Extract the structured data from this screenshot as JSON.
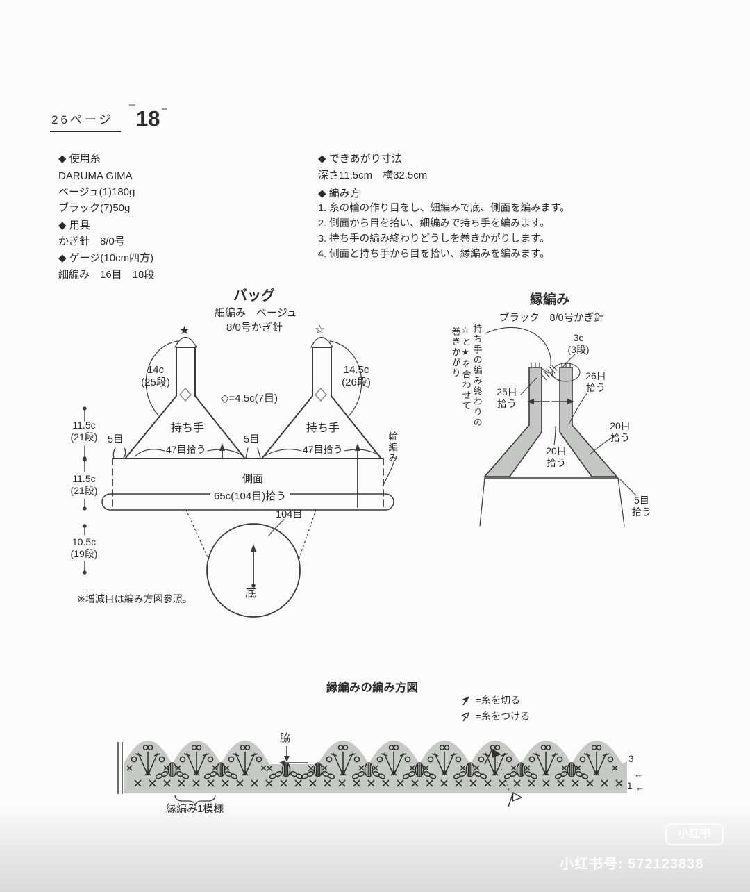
{
  "header": {
    "page_ref": "26ページ",
    "item_number": "18"
  },
  "info": {
    "yarn_header": "◆ 使用糸",
    "yarn_brand": "DARUMA GIMA",
    "yarn_color1": "ベージュ(1)180g",
    "yarn_color2": "ブラック(7)50g",
    "tools_header": "◆ 用具",
    "tools_value": "かぎ針　8/0号",
    "gauge_header": "◆ ゲージ(10cm四方)",
    "gauge_value": "細編み　16目　18段",
    "size_header": "◆ できあがり寸法",
    "size_value": "深さ11.5cm　横32.5cm",
    "howto_header": "◆ 編み方",
    "steps": [
      "1. 糸の輪の作り目をし、細編みで底、側面を編みます。",
      "2. 側面から目を拾い、細編みで持ち手を編みます。",
      "3. 持ち手の編み終わりどうしを巻きかがりします。",
      "4. 側面と持ち手から目を拾い、縁編みを編みます。"
    ]
  },
  "bag": {
    "title": "バッグ",
    "subtitle1": "細編み　ベージュ",
    "subtitle2": "8/0号かぎ針",
    "star_filled": "★",
    "star_open": "☆",
    "handle_dim_left_1": "14c",
    "handle_dim_left_2": "(25段)",
    "handle_dim_right_1": "14.5c",
    "handle_dim_right_2": "(26段)",
    "diamond_legend": "◇=4.5c(7目)",
    "handle_label": "持ち手",
    "five_sts": "5目",
    "pickup_47": "47目拾う",
    "ring_knit": "輪編み",
    "side_label": "側面",
    "base_pickup": "65c(104目)拾う",
    "sts_104": "104目",
    "bottom_label": "底",
    "dim1_a": "11.5c",
    "dim1_b": "(21段)",
    "dim2_a": "11.5c",
    "dim2_b": "(21段)",
    "dim3_a": "10.5c",
    "dim3_b": "(19段)",
    "note": "※増減目は編み方図参照。"
  },
  "edge": {
    "title": "縁編み",
    "subtitle": "ブラック　8/0号かぎ針",
    "note_col_right": "持ち手の編み終わりの",
    "note_col_mid": "☆と★を合わせて",
    "note_col_left": "巻きかがり",
    "dim3c_a": "3c",
    "dim3c_b": "(3段)",
    "pick26_a": "26目",
    "pick26_b": "拾う",
    "pick25_a": "25目",
    "pick25_b": "拾う",
    "pick20_a": "20目",
    "pick20_b": "拾う",
    "pick5_a": "5目",
    "pick5_b": "拾う"
  },
  "chart": {
    "title": "縁編みの編み方図",
    "legend_cut": "=糸を切る",
    "legend_attach": "=糸をつける",
    "waki": "脇",
    "one_pattern": "縁編み1模様",
    "row3": "3",
    "row1": "1",
    "arrow_left": "←"
  },
  "watermark": {
    "badge": "小红书",
    "id_text": "小红书号: 572123838"
  },
  "colors": {
    "diagram_gray": "#c3c6c2",
    "line": "#3a3a3a"
  }
}
